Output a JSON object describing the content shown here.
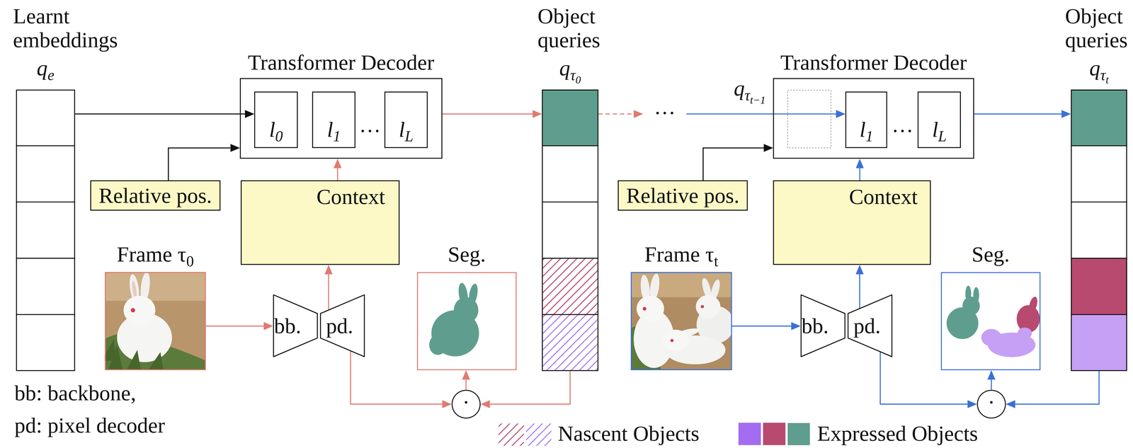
{
  "diagram": {
    "nodes": [
      {
        "text": [
          "Learnt embeddings",
          "q",
          "e"
        ]
      },
      {
        "text": [
          "Transformer Decoder"
        ]
      },
      {
        "text": [
          "l",
          "0"
        ],
        "in": 1
      },
      {
        "text": [
          "l",
          "1"
        ],
        "in": 1
      },
      {
        "text": [
          "l",
          "L"
        ],
        "in": 1
      },
      {
        "text": [
          "Relative pos."
        ]
      },
      {
        "text": [
          "Context"
        ]
      },
      {
        "text": [
          "Frame τ",
          "0"
        ]
      },
      {
        "text": [
          "bb."
        ]
      },
      {
        "text": [
          "pd."
        ]
      },
      {
        "text": [
          "Seg."
        ]
      },
      {
        "text": [
          "·"
        ]
      },
      {
        "text": [
          "Object queries",
          "q",
          "τ",
          "0"
        ]
      },
      {
        "text": [
          "Transformer Decoder"
        ]
      },
      {
        "text": [
          "l",
          "1"
        ],
        "in": 13
      },
      {
        "text": [
          "l",
          "L"
        ],
        "in": 13
      },
      {
        "text": [
          "Relative pos."
        ]
      },
      {
        "text": [
          "Context"
        ]
      },
      {
        "text": [
          "Frame τ",
          "t"
        ]
      },
      {
        "text": [
          "bb."
        ]
      },
      {
        "text": [
          "pd."
        ]
      },
      {
        "text": [
          "Seg."
        ]
      },
      {
        "text": [
          "·"
        ]
      },
      {
        "text": [
          "Object queries",
          "q",
          "τ",
          "t"
        ]
      }
    ],
    "edges": [
      {
        "from": 0,
        "to": 2,
        "arrow": "to"
      },
      {
        "from": 5,
        "to": 1,
        "arrow": "to"
      },
      {
        "from": 6,
        "to": 1,
        "arrow": "to"
      },
      {
        "from": 1,
        "to": 12,
        "arrow": "to"
      },
      {
        "from": 7,
        "to": 8,
        "arrow": "to"
      },
      {
        "from": 9,
        "to": 6,
        "arrow": "to"
      },
      {
        "from": 9,
        "to": 11,
        "arrow": "to"
      },
      {
        "from": 12,
        "to": 11,
        "arrow": "to"
      },
      {
        "from": 11,
        "to": 10,
        "arrow": "to"
      },
      {
        "from": 16,
        "to": 13,
        "arrow": "to"
      },
      {
        "from": 17,
        "to": 13,
        "arrow": "to"
      },
      {
        "from": 13,
        "to": 23,
        "arrow": "to"
      },
      {
        "from": 18,
        "to": 19,
        "arrow": "to"
      },
      {
        "from": 20,
        "to": 17,
        "arrow": "to"
      },
      {
        "from": 20,
        "to": 22,
        "arrow": "to"
      },
      {
        "from": 23,
        "to": 22,
        "arrow": "to"
      },
      {
        "from": 22,
        "to": 21,
        "arrow": "to"
      }
    ],
    "labels": [
      "···",
      "···",
      "q",
      "τ",
      "t−1",
      "···",
      "bb: backbone,",
      "pd: pixel decoder"
    ],
    "legend": [
      {
        "text": "Nascent Objects"
      },
      {
        "text": "Expressed Objects",
        "color": "#5f9e8e"
      }
    ]
  }
}
